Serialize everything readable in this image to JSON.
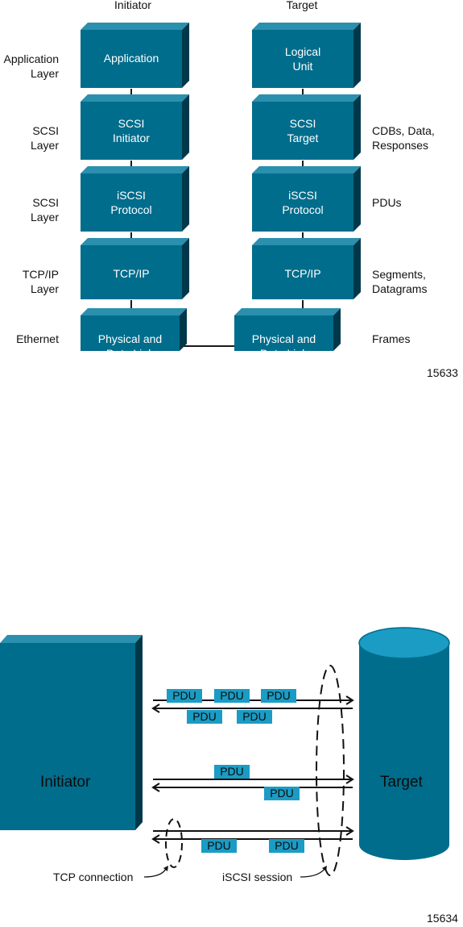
{
  "stack": {
    "col_initiator": "Initiator",
    "col_target": "Target",
    "left_labels": [
      "Application\nLayer",
      "SCSI\nLayer",
      "SCSI\nLayer",
      "TCP/IP\nLayer",
      "Ethernet"
    ],
    "initiator_boxes": [
      "Application",
      "SCSI\nInitiator",
      "iSCSI\nProtocol",
      "TCP/IP",
      "Physical and\nData Link"
    ],
    "target_boxes": [
      "Logical\nUnit",
      "SCSI\nTarget",
      "iSCSI\nProtocol",
      "TCP/IP",
      "Physical and\nData Link"
    ],
    "right_labels": [
      "",
      "CDBs, Data,\nResponses",
      "PDUs",
      "Segments,\nDatagrams",
      "Frames"
    ],
    "figure_id": "15633"
  },
  "session": {
    "initiator_label": "Initiator",
    "target_label": "Target",
    "pdu_label": "PDU",
    "tcp_connection_label": "TCP connection",
    "iscsi_session_label": "iSCSI session",
    "figure_id": "15634"
  },
  "colors": {
    "box_face": "#006d8c",
    "box_top": "#2a90ad",
    "box_side": "#00384a",
    "pdu_fill": "#1a9cc4"
  }
}
